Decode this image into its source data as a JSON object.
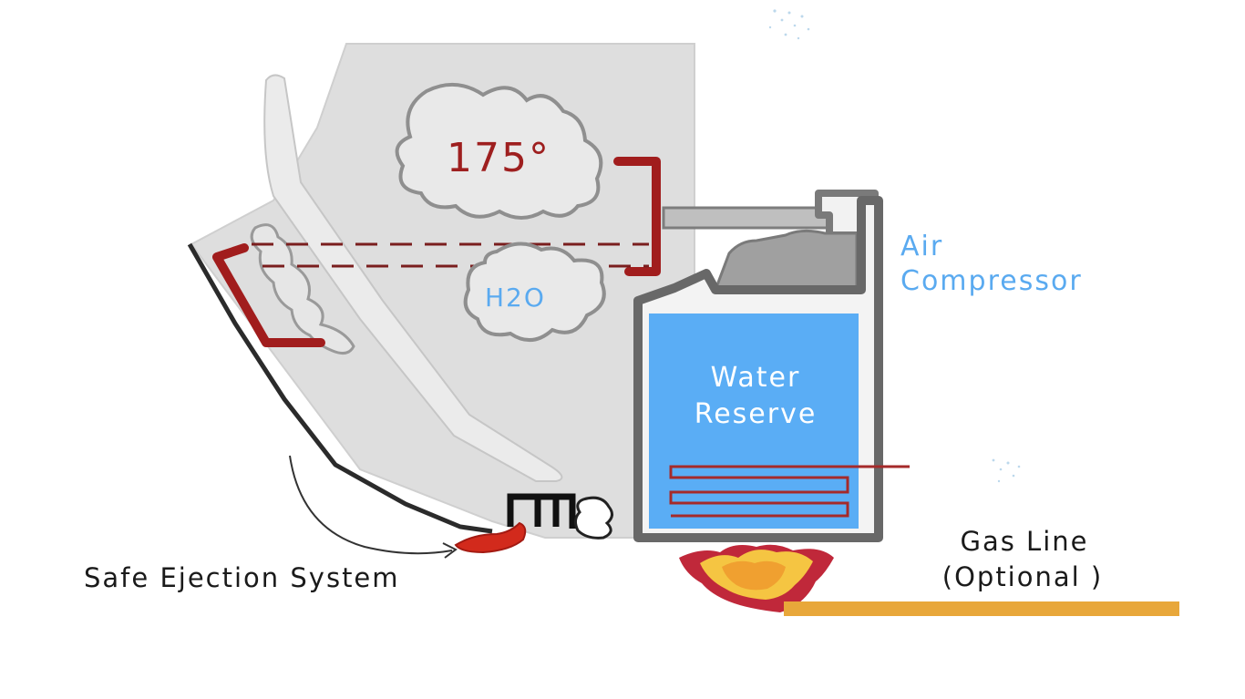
{
  "labels": {
    "temperature": "175°",
    "steam": "H2O",
    "air_compressor_line1": "Air",
    "air_compressor_line2": "Compressor",
    "water_reserve_line1": "Water",
    "water_reserve_line2": "Reserve",
    "gas_line_line1": "Gas Line",
    "gas_line_line2": "(Optional )",
    "ejection": "Safe Ejection System"
  },
  "colors": {
    "chamber": "#dedede",
    "chamber_outline": "#c8c8c8",
    "cloud_fill": "#e9e9e9",
    "cloud_outline": "#8f8f8f",
    "dark_red": "#a11d1d",
    "text_red": "#9e1f1f",
    "label_blue": "#5aaaf0",
    "water": "#5aadf5",
    "tank_outline": "#666666",
    "compressor": "#a0a0a0",
    "gas_line": "#e8a73a",
    "flame_outer": "#c0283a",
    "flame_mid": "#f5c542",
    "flame_inner": "#f0a030",
    "ejection_red": "#d22a1c",
    "text_dark": "#1a1a1a"
  }
}
